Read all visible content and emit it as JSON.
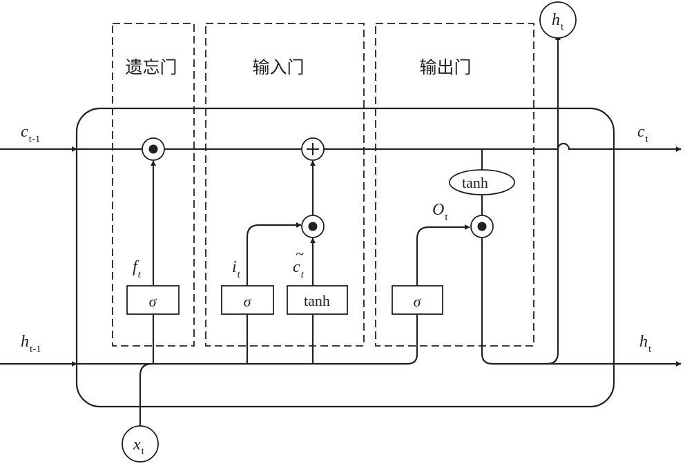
{
  "gates": {
    "forget": "遗忘门",
    "input": "输入门",
    "output": "输出门"
  },
  "labels": {
    "c_prev": {
      "base": "c",
      "sub": "t-1"
    },
    "c_next": {
      "base": "c",
      "sub": "t"
    },
    "h_prev": {
      "base": "h",
      "sub": "t-1"
    },
    "h_next": {
      "base": "h",
      "sub": "t"
    },
    "h_top": {
      "base": "h",
      "sub": "t"
    },
    "x_in": {
      "base": "x",
      "sub": "t"
    },
    "f": {
      "base": "f",
      "sub": "t"
    },
    "i": {
      "base": "i",
      "sub": "t"
    },
    "c_tilde": {
      "base": "c",
      "sub": "t",
      "accent": "~"
    },
    "o": {
      "base": "O",
      "sub": "t"
    }
  },
  "ops": {
    "sigma": "σ",
    "tanh": "tanh",
    "plus": "+"
  }
}
